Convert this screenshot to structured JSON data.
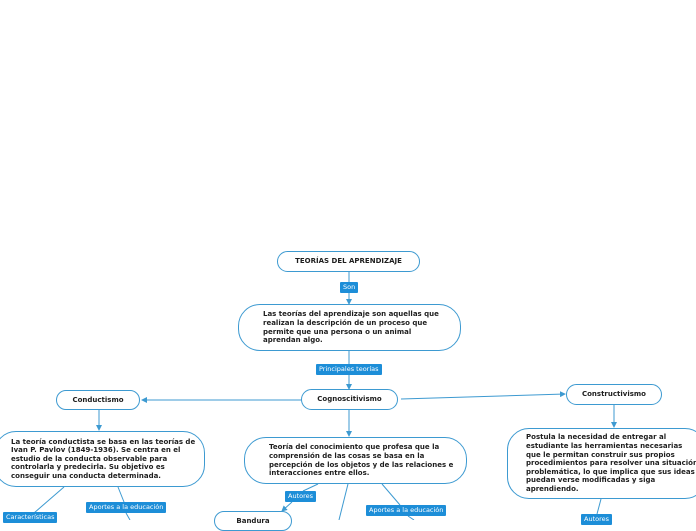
{
  "accent_color": "#1d8ed8",
  "line_color": "#3d9ad1",
  "nodes": {
    "root": "TEORÍAS DEL APRENDIZAJE",
    "definition": "Las teorías del aprendizaje son aquellas que realizan la descripción de un proceso que permite que una persona o un animal aprendan algo.",
    "conductismo": "Conductismo",
    "cognoscitivismo": "Cognoscitivismo",
    "constructivismo": "Constructivismo",
    "conductismo_desc": "La teoría conductista se basa en las teorías de Ivan P. Pavlov (1849-1936). Se centra en el estudio de la conducta observable para controlarla y predecirla. Su objetivo es conseguir una conducta determinada.",
    "cognoscitivismo_desc": "Teoría del conocimiento que profesa que la comprensión de las cosas se basa en la percepción de los objetos y de las relaciones e interacciones entre ellos.",
    "constructivismo_desc": "Postula la necesidad de entregar al estudiante las herramientas necesarias que le permitan construir sus propios procedimientos para resolver una situación problemática, lo que implica que sus ideas puedan verse modificadas y siga aprendiendo.",
    "bandura": "Bandura"
  },
  "labels": {
    "son": "Son",
    "principales_teorias": "Principales teorías",
    "aportes_conductismo": "Aportes a la educación",
    "caracteristicas": "Características",
    "autores_cognoscitivismo": "Autores",
    "aportes_cognoscitivismo": "Aportes a la educación",
    "autores_constructivismo": "Autores"
  }
}
